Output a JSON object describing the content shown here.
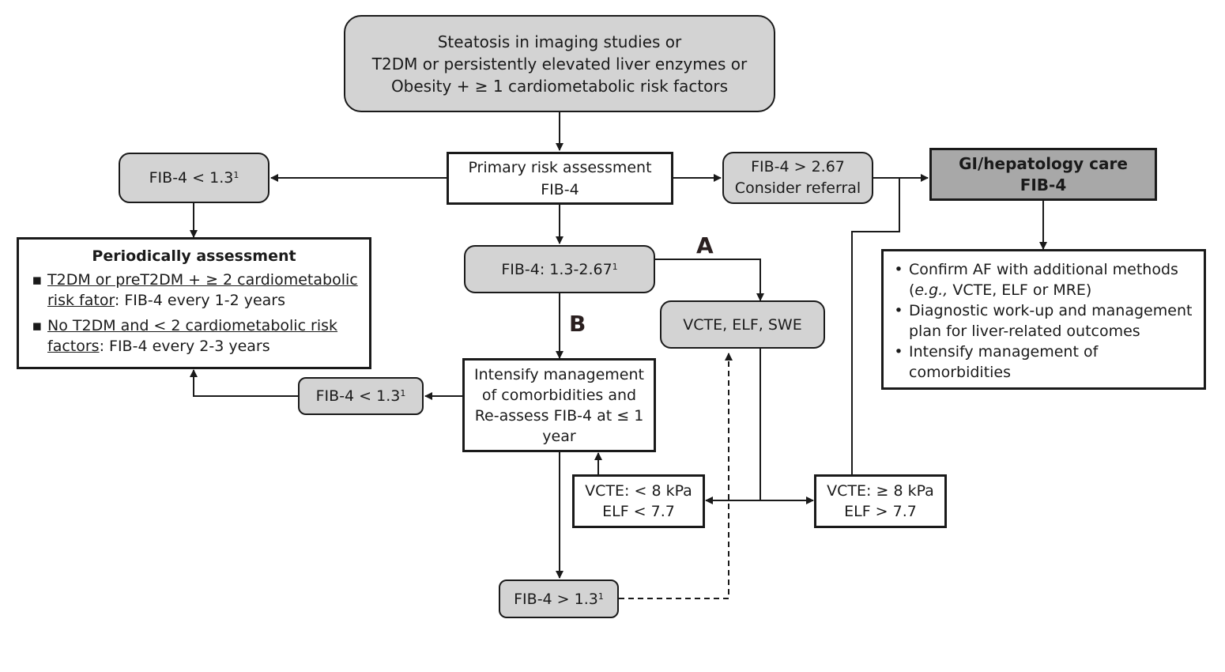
{
  "diagram": {
    "type": "flowchart",
    "nodes": {
      "entry": {
        "lines": [
          "Steatosis in imaging studies or",
          "T2DM or persistently elevated liver enzymes or",
          "Obesity + ≥ 1 cardiometabolic risk factors"
        ]
      },
      "primary": {
        "lines": [
          "Primary risk assessment",
          "FIB-4"
        ]
      },
      "fib_low_top": {
        "text": "FIB-4 < 1.3",
        "sup": "1"
      },
      "fib_high": {
        "lines": [
          "FIB-4 > 2.67",
          "Consider referral"
        ]
      },
      "gi_care": {
        "lines": [
          "GI/hepatology care",
          "FIB-4"
        ]
      },
      "periodic": {
        "title": "Periodically assessment",
        "bullet_glyph": "▪",
        "items": [
          {
            "underlined": "T2DM or preT2DM + ≥ 2 cardiometabolic risk fator",
            "rest": ": FIB-4 every 1-2 years"
          },
          {
            "underlined": "No T2DM and < 2 cardiometabolic risk factors",
            "rest": ": FIB-4 every 2-3 years"
          }
        ]
      },
      "fib_mid": {
        "text": "FIB-4: 1.3-2.67",
        "sup": "1"
      },
      "vcte_elf_swe": {
        "text": "VCTE, ELF, SWE"
      },
      "intensify": {
        "lines": [
          "Intensify management",
          "of comorbidities and",
          "Re-assess FIB-4 at ≤ 1",
          "year"
        ]
      },
      "fib_low_mid": {
        "text": "FIB-4 < 1.3",
        "sup": "1"
      },
      "vcte_low": {
        "lines": [
          "VCTE: < 8 kPa",
          "ELF < 7.7"
        ]
      },
      "vcte_high": {
        "lines": [
          "VCTE: ≥ 8 kPa",
          "ELF > 7.7"
        ]
      },
      "fib_gt_bottom": {
        "text": "FIB-4 > 1.3",
        "sup": "1"
      },
      "gi_actions": {
        "bullet_glyph": "•",
        "items": [
          {
            "prefix": "Confirm AF with additional methods (",
            "italic": "e.g.,",
            "suffix": " VCTE, ELF or MRE)"
          },
          {
            "prefix": "Diagnostic work-up and management plan for liver-related outcomes",
            "italic": "",
            "suffix": ""
          },
          {
            "prefix": "Intensify management of comorbidities",
            "italic": "",
            "suffix": ""
          }
        ]
      }
    },
    "path_labels": {
      "a": "A",
      "b": "B"
    },
    "colors": {
      "rounded_fill": "#d3d3d3",
      "dark_fill": "#a8a8a8",
      "stroke": "#1a1a1a",
      "label": "#2a1f1f"
    }
  }
}
